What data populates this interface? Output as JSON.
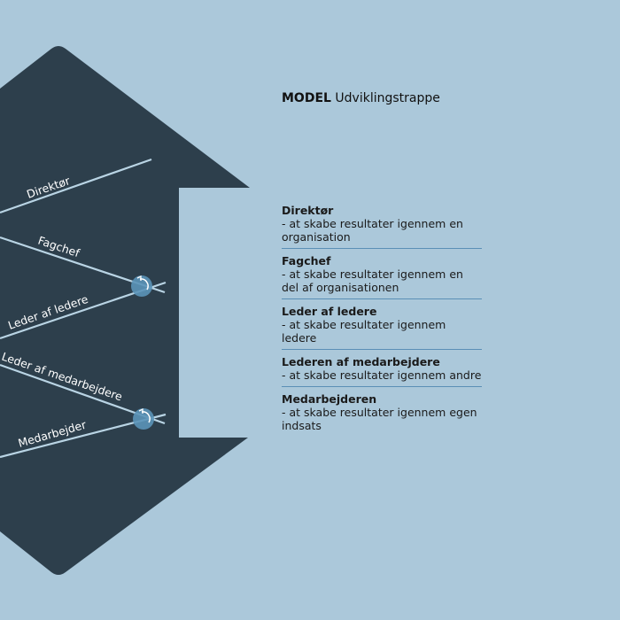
{
  "title": {
    "bold": "MODEL",
    "rest": "Udviklingstrappe"
  },
  "diagram_labels": [
    "Direktør",
    "Fagchef",
    "Leder af ledere",
    "Leder af medarbejdere",
    "Medarbejder"
  ],
  "items": [
    {
      "heading": "Direktør",
      "text": "- at skabe resultater igennem en organisation"
    },
    {
      "heading": "Fagchef",
      "text": "- at skabe resultater igennem en del af organisationen"
    },
    {
      "heading": "Leder af ledere",
      "text": "- at skabe resultater igennem ledere"
    },
    {
      "heading": "Lederen af medarbejdere",
      "text": "- at skabe resultater igennem andre"
    },
    {
      "heading": "Medarbejderen",
      "text": "- at skabe resultater igennem egen indsats"
    }
  ],
  "colors": {
    "background": "#abc8da",
    "shape": "#2d3f4c",
    "line": "#b9d4e4",
    "circle": "#5b93b8",
    "divider": "#5b8fb6"
  }
}
